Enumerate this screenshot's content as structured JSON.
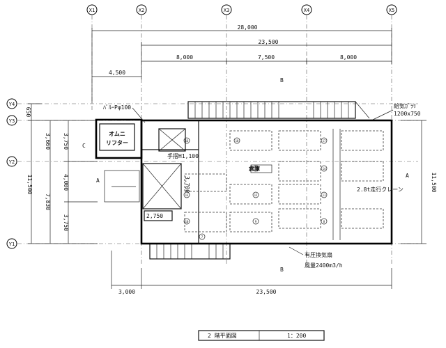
{
  "grid": {
    "x": [
      "X1",
      "X2",
      "X3",
      "X4",
      "X5"
    ],
    "y": [
      "Y1",
      "Y2",
      "Y3",
      "Y4"
    ]
  },
  "dims_top": {
    "overall": "28,000",
    "second": "23,500",
    "bay1": "8,000",
    "bay2": "7,500",
    "bay3": "8,000",
    "left": "4,500"
  },
  "dims_bottom": {
    "left": "3,000",
    "main": "23,500"
  },
  "dims_left": {
    "top": "650",
    "a": "3,660",
    "b": "7,830",
    "c": "11,500",
    "d1": "3,750",
    "d2": "4,000",
    "d3": "3,750"
  },
  "dims_right": {
    "total": "11,500"
  },
  "labels": {
    "lift": "オムニ\nリフター",
    "lift_line1": "オムニ",
    "lift_line2": "リフター",
    "pipe": "ﾊﾞﾙｰPφ100",
    "railing": "手摺H1,100",
    "room_width": "2,750",
    "room_depth": "3,700",
    "warehouse": "倉庫",
    "vent_louver_1": "給気ｶﾞﾗﾘ",
    "vent_louver_2": "1200x750",
    "crane": "2.8t走行クレーン",
    "fan_1": "有圧換気扇",
    "fan_2": "風量2400m3/h",
    "section_a": "A",
    "section_b": "B",
    "section_c": "C",
    "title": "2 階平面図",
    "scale": "1：200"
  },
  "columns": [
    "18",
    "17",
    "16",
    "15",
    "14",
    "13",
    "12",
    "11",
    "10",
    "9",
    "8",
    "7"
  ]
}
